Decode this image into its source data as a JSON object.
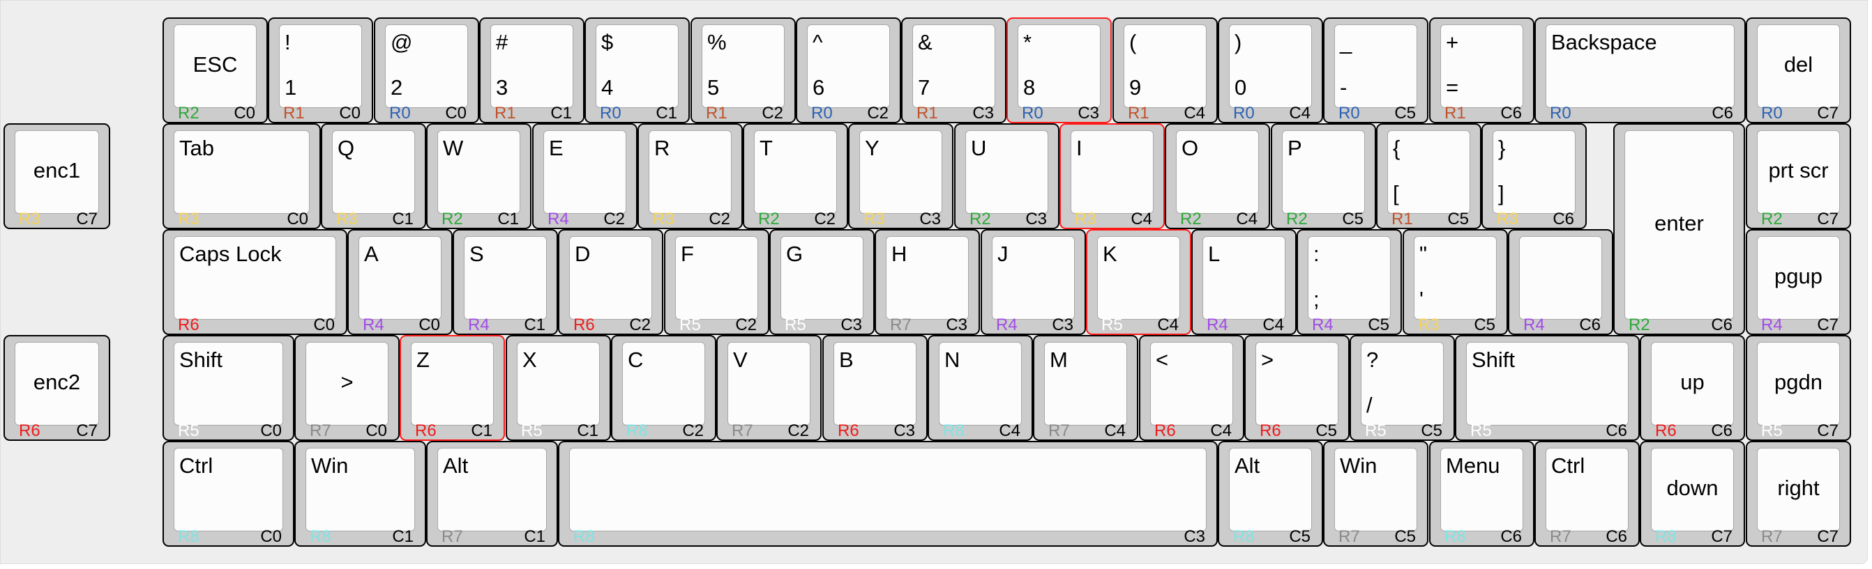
{
  "row_colors": {
    "R0": "#2d62b3",
    "R1": "#c0522b",
    "R2": "#2da838",
    "R3": "#f5d35a",
    "R4": "#a24be8",
    "R5": "#ffffff",
    "R6": "#ee1c1c",
    "R7": "#8a8a8a",
    "R8": "#7fe4e4"
  },
  "highlighted_keys": [
    "key-8",
    "key-i",
    "key-k",
    "key-z"
  ],
  "keys": [
    {
      "id": "key-esc",
      "center": "ESC",
      "row": "R2",
      "col": "C0"
    },
    {
      "id": "key-1",
      "top": "!",
      "bottom": "1",
      "row": "R1",
      "col": "C0"
    },
    {
      "id": "key-2",
      "top": "@",
      "bottom": "2",
      "row": "R0",
      "col": "C0"
    },
    {
      "id": "key-3",
      "top": "#",
      "bottom": "3",
      "row": "R1",
      "col": "C1"
    },
    {
      "id": "key-4",
      "top": "$",
      "bottom": "4",
      "row": "R0",
      "col": "C1"
    },
    {
      "id": "key-5",
      "top": "%",
      "bottom": "5",
      "row": "R1",
      "col": "C2"
    },
    {
      "id": "key-6",
      "top": "^",
      "bottom": "6",
      "row": "R0",
      "col": "C2"
    },
    {
      "id": "key-7",
      "top": "&",
      "bottom": "7",
      "row": "R1",
      "col": "C3"
    },
    {
      "id": "key-8",
      "top": "*",
      "bottom": "8",
      "row": "R0",
      "col": "C3"
    },
    {
      "id": "key-9",
      "top": "(",
      "bottom": "9",
      "row": "R1",
      "col": "C4"
    },
    {
      "id": "key-0",
      "top": ")",
      "bottom": "0",
      "row": "R0",
      "col": "C4"
    },
    {
      "id": "key-minus",
      "top": "_",
      "bottom": "-",
      "row": "R0",
      "col": "C5"
    },
    {
      "id": "key-equal",
      "top": "+",
      "bottom": "=",
      "row": "R1",
      "col": "C6"
    },
    {
      "id": "key-backspace",
      "top": "Backspace",
      "row": "R0",
      "col": "C6"
    },
    {
      "id": "key-del",
      "center": "del",
      "row": "R0",
      "col": "C7"
    },
    {
      "id": "key-enc1",
      "center": "enc1",
      "row": "R3",
      "col": "C7"
    },
    {
      "id": "key-tab",
      "top": "Tab",
      "row": "R3",
      "col": "C0"
    },
    {
      "id": "key-q",
      "top": "Q",
      "row": "R3",
      "col": "C1"
    },
    {
      "id": "key-w",
      "top": "W",
      "row": "R2",
      "col": "C1"
    },
    {
      "id": "key-e",
      "top": "E",
      "row": "R4",
      "col": "C2"
    },
    {
      "id": "key-r",
      "top": "R",
      "row": "R3",
      "col": "C2"
    },
    {
      "id": "key-t",
      "top": "T",
      "row": "R2",
      "col": "C2"
    },
    {
      "id": "key-y",
      "top": "Y",
      "row": "R3",
      "col": "C3"
    },
    {
      "id": "key-u",
      "top": "U",
      "row": "R2",
      "col": "C3"
    },
    {
      "id": "key-i",
      "top": "I",
      "row": "R3",
      "col": "C4"
    },
    {
      "id": "key-o",
      "top": "O",
      "row": "R2",
      "col": "C4"
    },
    {
      "id": "key-p",
      "top": "P",
      "row": "R2",
      "col": "C5"
    },
    {
      "id": "key-lbracket",
      "top": "{",
      "bottom": "[",
      "row": "R1",
      "col": "C5"
    },
    {
      "id": "key-rbracket",
      "top": "}",
      "bottom": "]",
      "row": "R3",
      "col": "C6"
    },
    {
      "id": "key-enter",
      "center": "enter",
      "row": "R2",
      "col": "C6"
    },
    {
      "id": "key-prtscr",
      "center": "prt scr",
      "row": "R2",
      "col": "C7"
    },
    {
      "id": "key-capslock",
      "top": "Caps Lock",
      "row": "R6",
      "col": "C0"
    },
    {
      "id": "key-a",
      "top": "A",
      "row": "R4",
      "col": "C0"
    },
    {
      "id": "key-s",
      "top": "S",
      "row": "R4",
      "col": "C1"
    },
    {
      "id": "key-d",
      "top": "D",
      "row": "R6",
      "col": "C2"
    },
    {
      "id": "key-f",
      "top": "F",
      "row": "R5",
      "col": "C2"
    },
    {
      "id": "key-g",
      "top": "G",
      "row": "R5",
      "col": "C3"
    },
    {
      "id": "key-h",
      "top": "H",
      "row": "R7",
      "col": "C3"
    },
    {
      "id": "key-j",
      "top": "J",
      "row": "R4",
      "col": "C3"
    },
    {
      "id": "key-k",
      "top": "K",
      "row": "R5",
      "col": "C4"
    },
    {
      "id": "key-l",
      "top": "L",
      "row": "R4",
      "col": "C4"
    },
    {
      "id": "key-semicolon",
      "top": ":",
      "bottom": ";",
      "row": "R4",
      "col": "C5"
    },
    {
      "id": "key-quote",
      "top": "\"",
      "bottom": "'",
      "row": "R3",
      "col": "C5"
    },
    {
      "id": "key-nonus-hash",
      "row": "R4",
      "col": "C6"
    },
    {
      "id": "key-pgup",
      "center": "pgup",
      "row": "R4",
      "col": "C7"
    },
    {
      "id": "key-enc2",
      "center": "enc2",
      "row": "R6",
      "col": "C7"
    },
    {
      "id": "key-lshift",
      "top": "Shift",
      "row": "R5",
      "col": "C0"
    },
    {
      "id": "key-nonus-backslash",
      "center": ">",
      "row": "R7",
      "col": "C0"
    },
    {
      "id": "key-z",
      "top": "Z",
      "row": "R6",
      "col": "C1"
    },
    {
      "id": "key-x",
      "top": "X",
      "row": "R5",
      "col": "C1"
    },
    {
      "id": "key-c",
      "top": "C",
      "row": "R8",
      "col": "C2"
    },
    {
      "id": "key-v",
      "top": "V",
      "row": "R7",
      "col": "C2"
    },
    {
      "id": "key-b",
      "top": "B",
      "row": "R6",
      "col": "C3"
    },
    {
      "id": "key-n",
      "top": "N",
      "row": "R8",
      "col": "C4"
    },
    {
      "id": "key-m",
      "top": "M",
      "row": "R7",
      "col": "C4"
    },
    {
      "id": "key-comma",
      "top": "<",
      "row": "R6",
      "col": "C4"
    },
    {
      "id": "key-period",
      "top": ">",
      "row": "R6",
      "col": "C5"
    },
    {
      "id": "key-slash",
      "top": "?",
      "bottom": "/",
      "row": "R5",
      "col": "C5"
    },
    {
      "id": "key-rshift",
      "top": "Shift",
      "row": "R5",
      "col": "C6"
    },
    {
      "id": "key-up",
      "center": "up",
      "row": "R6",
      "col": "C6"
    },
    {
      "id": "key-pgdn",
      "center": "pgdn",
      "row": "R5",
      "col": "C7"
    },
    {
      "id": "key-lctrl",
      "top": "Ctrl",
      "row": "R8",
      "col": "C0"
    },
    {
      "id": "key-lwin",
      "top": "Win",
      "row": "R8",
      "col": "C1"
    },
    {
      "id": "key-lalt",
      "top": "Alt",
      "row": "R7",
      "col": "C1"
    },
    {
      "id": "key-space",
      "row": "R8",
      "col": "C3"
    },
    {
      "id": "key-ralt",
      "top": "Alt",
      "row": "R8",
      "col": "C5"
    },
    {
      "id": "key-rwin",
      "top": "Win",
      "row": "R7",
      "col": "C5"
    },
    {
      "id": "key-menu",
      "top": "Menu",
      "row": "R8",
      "col": "C6"
    },
    {
      "id": "key-rctrl",
      "top": "Ctrl",
      "row": "R7",
      "col": "C6"
    },
    {
      "id": "key-down",
      "center": "down",
      "row": "R8",
      "col": "C7"
    },
    {
      "id": "key-right",
      "center": "right",
      "row": "R7",
      "col": "C7"
    }
  ]
}
